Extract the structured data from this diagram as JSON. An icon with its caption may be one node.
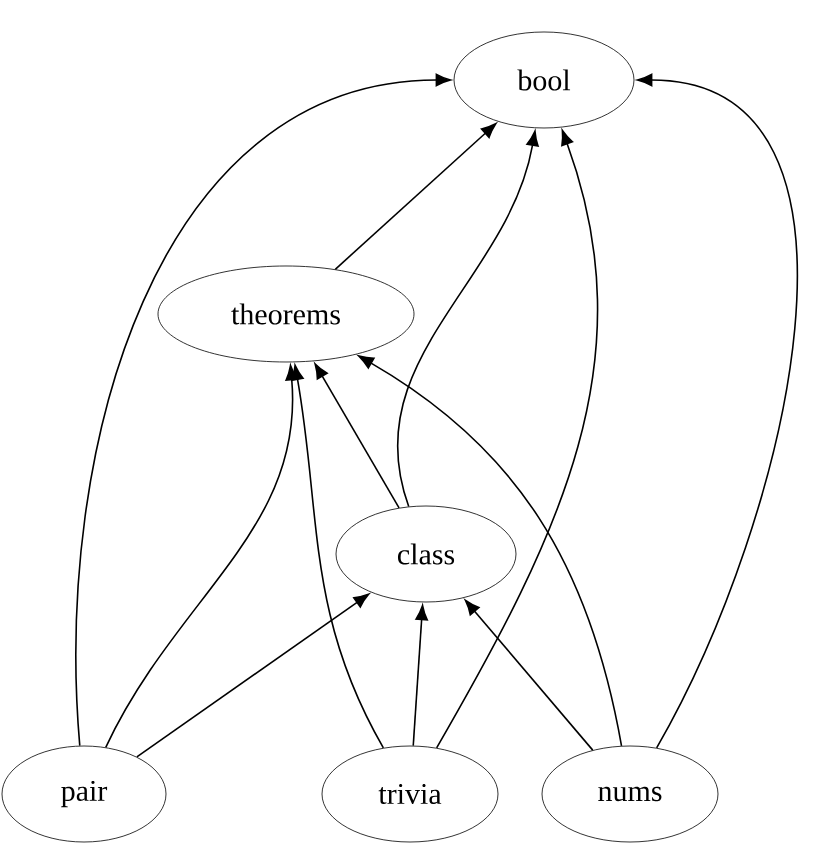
{
  "diagram": {
    "nodes": [
      {
        "text": [
          "bool"
        ]
      },
      {
        "text": [
          "theorems"
        ]
      },
      {
        "text": [
          "class"
        ]
      },
      {
        "text": [
          "pair"
        ]
      },
      {
        "text": [
          "trivia"
        ]
      },
      {
        "text": [
          "nums"
        ]
      }
    ],
    "edges": [
      {
        "from": 1,
        "to": 0,
        "arrow": "to"
      },
      {
        "from": 2,
        "to": 0,
        "arrow": "to"
      },
      {
        "from": 2,
        "to": 1,
        "arrow": "to"
      },
      {
        "from": 3,
        "to": 0,
        "arrow": "to"
      },
      {
        "from": 3,
        "to": 1,
        "arrow": "to"
      },
      {
        "from": 3,
        "to": 2,
        "arrow": "to"
      },
      {
        "from": 4,
        "to": 0,
        "arrow": "to"
      },
      {
        "from": 4,
        "to": 1,
        "arrow": "to"
      },
      {
        "from": 4,
        "to": 2,
        "arrow": "to"
      },
      {
        "from": 5,
        "to": 0,
        "arrow": "to"
      },
      {
        "from": 5,
        "to": 1,
        "arrow": "to"
      },
      {
        "from": 5,
        "to": 2,
        "arrow": "to"
      }
    ]
  }
}
